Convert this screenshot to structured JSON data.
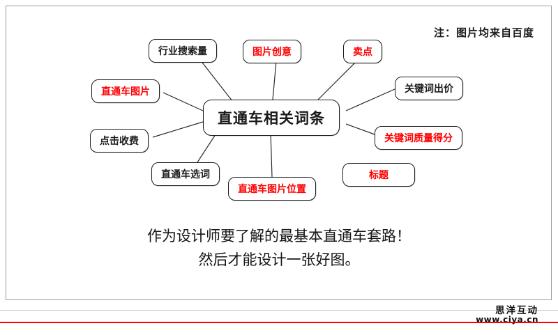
{
  "note": "注：图片均来自百度",
  "diagram": {
    "center_label": "直通车相关词条",
    "nodes": [
      {
        "label": "行业搜索量",
        "color": "#1a1a1a"
      },
      {
        "label": "图片创意",
        "color": "#ff0000"
      },
      {
        "label": "卖点",
        "color": "#ff0000"
      },
      {
        "label": "直通车图片",
        "color": "#ff0000"
      },
      {
        "label": "关键词出价",
        "color": "#1a1a1a"
      },
      {
        "label": "点击收费",
        "color": "#1a1a1a"
      },
      {
        "label": "关键词质量得分",
        "color": "#ff0000"
      },
      {
        "label": "直通车选词",
        "color": "#1a1a1a"
      },
      {
        "label": "直通车图片位置",
        "color": "#ff0000"
      },
      {
        "label": "标题",
        "color": "#ff0000"
      }
    ]
  },
  "caption": {
    "line1": "作为设计师要了解的最基本直通车套路！",
    "line2": "然后才能设计一张好图。"
  },
  "watermark": {
    "brand": "思洋互动",
    "url": "www.ciya.cn"
  },
  "palette": {
    "accent_red": "#ff0000",
    "text_black": "#1a1a1a",
    "divider_red": "#ff0000",
    "border_gray": "#9a9a9a"
  }
}
